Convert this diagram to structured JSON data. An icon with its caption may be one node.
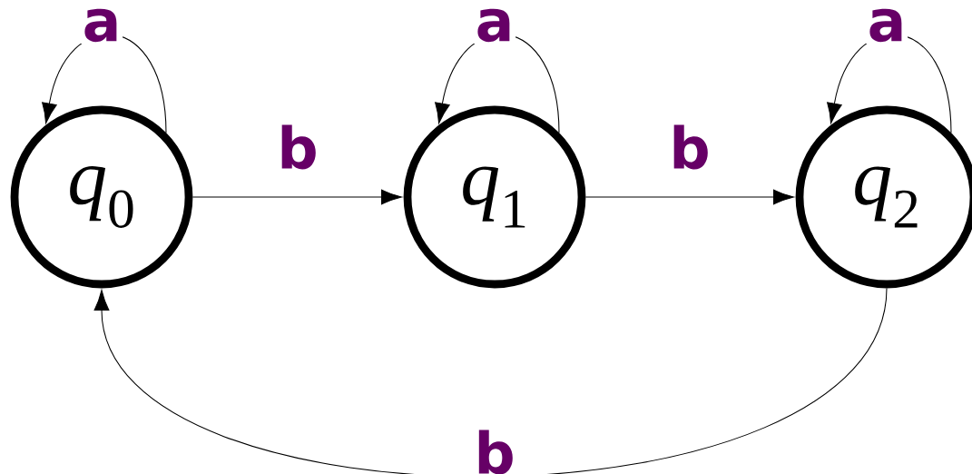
{
  "diagram": {
    "nodes": [
      {
        "text": [
          "*q*$_{0}$"
        ]
      },
      {
        "text": [
          "*q*$_{1}$"
        ]
      },
      {
        "text": [
          "*q*$_{2}$"
        ]
      }
    ],
    "edges": [
      {
        "from": 0,
        "to": 0,
        "arrow": "to",
        "label": "a"
      },
      {
        "from": 1,
        "to": 1,
        "arrow": "to",
        "label": "a"
      },
      {
        "from": 2,
        "to": 2,
        "arrow": "to",
        "label": "a"
      },
      {
        "from": 0,
        "to": 1,
        "arrow": "to",
        "label": "b"
      },
      {
        "from": 1,
        "to": 2,
        "arrow": "to",
        "label": "b"
      },
      {
        "from": 2,
        "to": 0,
        "arrow": "to",
        "label": "b"
      }
    ]
  }
}
